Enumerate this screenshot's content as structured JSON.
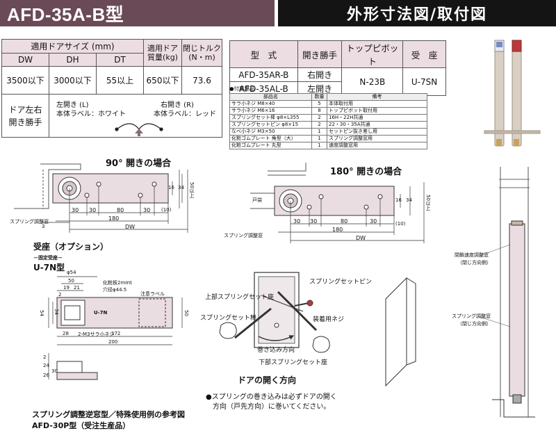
{
  "header": {
    "model": "AFD-35A-B型",
    "section": "外形寸法図/取付図"
  },
  "spec_table": {
    "group_header": "適用ドアサイズ (mm)",
    "col_dw": "DW",
    "col_dh": "DH",
    "col_dt": "DT",
    "col_mass": "適用ドア質量(kg)",
    "col_torque": "閉じトルク(N・m)",
    "values": [
      "3500以下",
      "3000以下",
      "55以上",
      "650以下",
      "73.6"
    ],
    "dir_label": "ドア左右開き勝手",
    "left_open": "左開き (L)",
    "left_label": "本体ラベル：ホワイト",
    "right_open": "右開き (R)",
    "right_label": "本体ラベル：レッド"
  },
  "model_table": {
    "headers": [
      "型　式",
      "開き勝手",
      "トップピボット",
      "受　座"
    ],
    "rows": [
      [
        "AFD-35AR-B",
        "右開き"
      ],
      [
        "AFD-35AL-B",
        "左開き"
      ]
    ],
    "pivot": "N-23B",
    "seat": "U-7SN"
  },
  "parts": {
    "title": "●付属部品",
    "headers": [
      "部品名",
      "数量",
      "備考"
    ],
    "rows": [
      [
        "サラ小ネジ M8×40",
        "5",
        "本体取付用"
      ],
      [
        "サラ小ネジ M6×16",
        "8",
        "トップピボット取付用"
      ],
      [
        "スプリングセット棒 φ8×L355",
        "2",
        "16H・22H共通"
      ],
      [
        "スプリングセットピン φ8×15",
        "2",
        "22・30・35A共通"
      ],
      [
        "なべ小ネジ M3×50",
        "1",
        "セットピン抜き差し用"
      ],
      [
        "化粧ゴムプレート 角型（大）",
        "1",
        "スプリング調整窓用"
      ],
      [
        "化粧ゴムプレート 丸型",
        "1",
        "速度調整窓用"
      ]
    ]
  },
  "diagram90": {
    "title": "90° 開きの場合",
    "dims": [
      "30",
      "30",
      "80",
      "30",
      "(10)",
      "180",
      "DW",
      "16",
      "34",
      "50以上",
      "3"
    ],
    "spring_label": "スプリング調整窓"
  },
  "diagram180": {
    "title": "180° 開きの場合",
    "dims": [
      "30",
      "30",
      "80",
      "30",
      "(10)",
      "180",
      "DW",
      "16",
      "34",
      "50以上"
    ],
    "door_stop": "戸袋",
    "spring_label": "スプリング調整窓"
  },
  "seat": {
    "title": "受座（オプション）",
    "fixed": "－固定受座－",
    "model": "U-7N型",
    "dims": [
      "φ54",
      "50",
      "19",
      "21",
      "2",
      "172",
      "200",
      "28",
      "54",
      "34",
      "50",
      "2",
      "24",
      "26",
      "30"
    ],
    "notes": [
      "化粧板2mmt",
      "穴径φ44.5",
      "注意ラベル",
      "2-M3サラ小ネジ",
      "U-7N"
    ]
  },
  "spring_dir": {
    "labels": [
      "スプリングセットピン",
      "上部スプリングセット座",
      "スプリングセット棒",
      "装着用ネジ",
      "巻き込み方向",
      "下部スプリングセット座"
    ],
    "title": "ドアの開く方向",
    "note1": "●スプリングの巻き込みは必ずドアの開く",
    "note2": "方向（戸先方向）に巻いてください。"
  },
  "install": {
    "labels": [
      "閉鎖速度調整窓",
      "（閉じ方向側）",
      "スプリング調整窓",
      "（閉じ方向側）"
    ]
  },
  "bottom_note": {
    "line1": "スプリング調整逆窓型／特殊使用例の参考図",
    "line2": "AFD-30P型（受注生産品）"
  }
}
